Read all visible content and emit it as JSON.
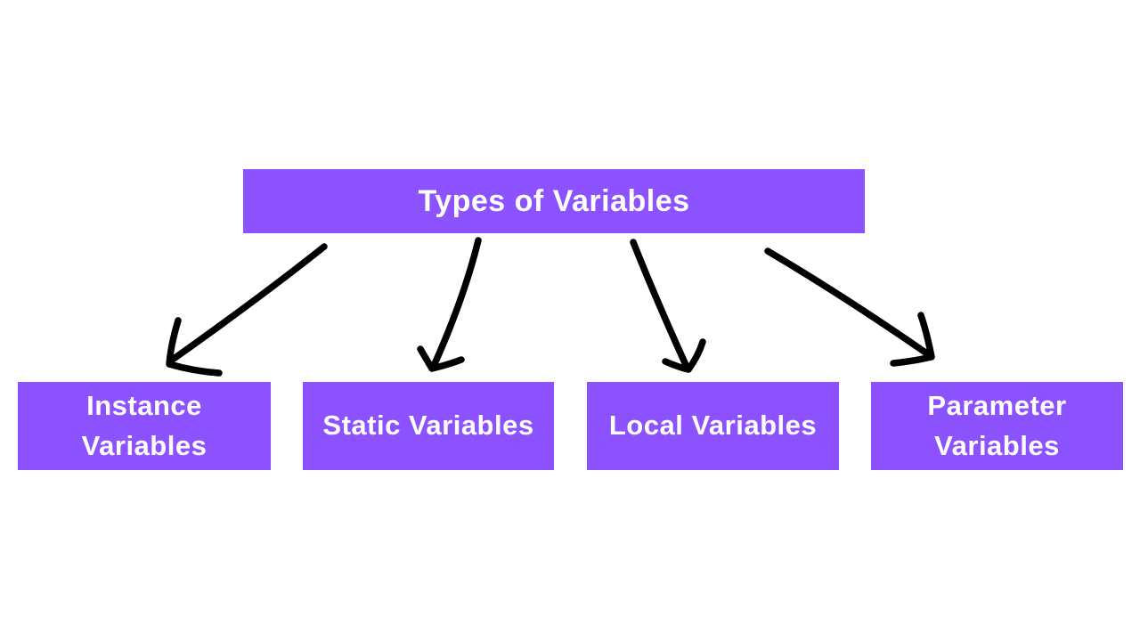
{
  "diagram": {
    "title": "Types of Variables",
    "boxes": [
      {
        "label": "Instance Variables"
      },
      {
        "label": "Static Variables"
      },
      {
        "label": "Local Variables"
      },
      {
        "label": "Parameter Variables"
      }
    ],
    "arrows": [
      {
        "from": "Types of Variables",
        "to": "Instance Variables"
      },
      {
        "from": "Types of Variables",
        "to": "Static Variables"
      },
      {
        "from": "Types of Variables",
        "to": "Local Variables"
      },
      {
        "from": "Types of Variables",
        "to": "Parameter Variables"
      }
    ]
  },
  "theme": {
    "box_fill": "#8C52FF",
    "text_color": "#FFFFFF",
    "arrow_color": "#000000",
    "background": "#FFFFFF"
  }
}
